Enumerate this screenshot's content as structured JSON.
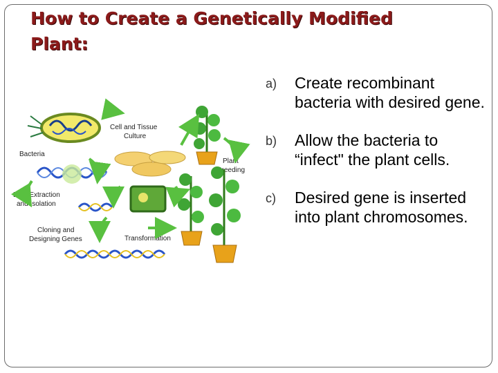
{
  "slide": {
    "title_lines": [
      "How to Create a Genetically Modified",
      "Plant:"
    ],
    "bullets": [
      {
        "marker": "a)",
        "text": "Create recombinant bacteria with desired gene."
      },
      {
        "marker": "b)",
        "text": "Allow the bacteria to “infect\" the plant cells."
      },
      {
        "marker": "c)",
        "text": "Desired gene is inserted into plant chromosomes."
      }
    ]
  },
  "diagram": {
    "labels": {
      "bacteria": "Bacteria",
      "cell_culture_1": "Cell and Tissue",
      "cell_culture_2": "Culture",
      "plant_breeding_1": "Plant",
      "plant_breeding_2": "Breeding",
      "dna_extraction_1": "DNA Extraction",
      "dna_extraction_2": "and Isolation",
      "cloning_1": "Cloning and",
      "cloning_2": "Designing Genes",
      "transformation": "Transformation"
    },
    "colors": {
      "title": "#8b1a1a",
      "leaf_green": "#3fa535",
      "pot_orange": "#e8a21a",
      "dna_blue": "#2a55c8",
      "dna_yellow": "#e5c020",
      "arrow_green": "#59c040"
    }
  }
}
